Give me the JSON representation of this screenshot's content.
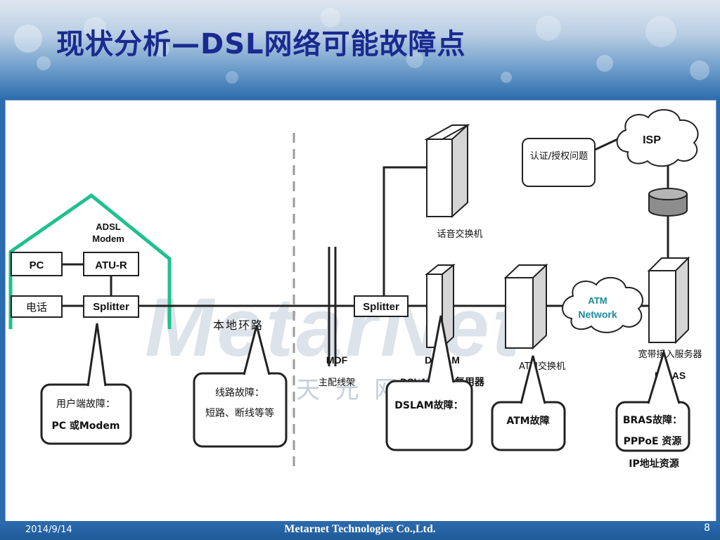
{
  "title": "现状分析—DSL网络可能故障点",
  "footer": {
    "date": "2014/9/14",
    "company": "Metarnet Technologies Co.,Ltd.",
    "page": "8"
  },
  "watermark": {
    "brand": "MetarNet",
    "chinese": "天  元  网  络"
  },
  "diagram": {
    "home": {
      "adsl_modem": "ADSL\nModem",
      "pc": "PC",
      "atu_r": "ATU-R",
      "phone": "电话",
      "splitter": "Splitter"
    },
    "local_loop": "本地环路",
    "mdf": "MDF",
    "mdf_sub": "主配线架",
    "co_splitter": "Splitter",
    "voice_switch": "话音交换机",
    "dslam": "DSLAM",
    "dslam_sub": "DSLAM接入复用器",
    "atm_switch": "ATM交换机",
    "atm_network": "ATM\nNetwork",
    "broadband_server": "宽带接入服务器",
    "bras": "B-RAS",
    "isp": "ISP",
    "auth_issue": "认证/授权问题",
    "fault_user": "用户端故障：\nPC 或Modem",
    "fault_line": "线路故障：\n短路、断线等等",
    "fault_dslam": "DSLAM故障：",
    "fault_atm": "ATM故障",
    "fault_bras": "BRAS故障：\nPPPoE 资源\nIP地址资源"
  },
  "colors": {
    "title": "#1a2a90",
    "house": "#20c090",
    "atm": "#1a8a9a",
    "header_top": "#dfe7f1",
    "header_bottom": "#2c6bad"
  }
}
